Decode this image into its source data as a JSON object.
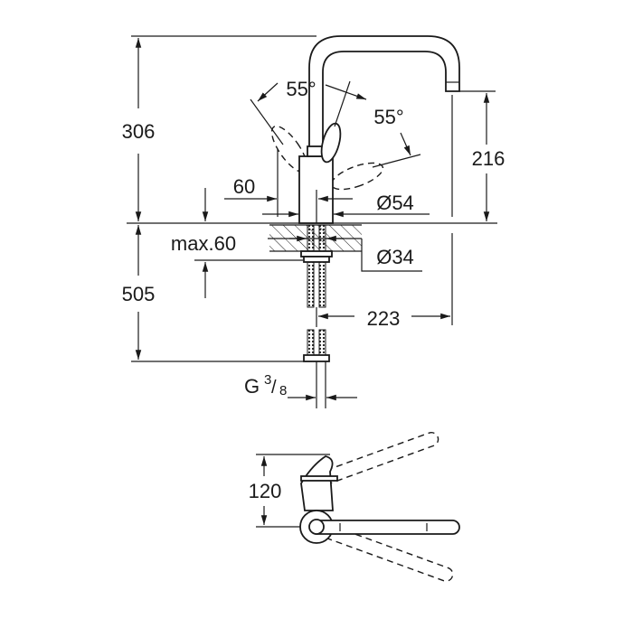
{
  "drawing": {
    "side_view": {
      "height_total": "306",
      "spout_height": "216",
      "angle_left": "55°",
      "angle_right": "55°",
      "lever_offset": "60",
      "body_diameter": "Ø54",
      "counter_thickness": "max.60",
      "hole_diameter": "Ø34",
      "hose_length": "505",
      "spout_reach": "223",
      "connection_thread_prefix": "G",
      "connection_thread_num": "3",
      "connection_thread_den": "8"
    },
    "top_view": {
      "lever_depth": "120"
    }
  }
}
